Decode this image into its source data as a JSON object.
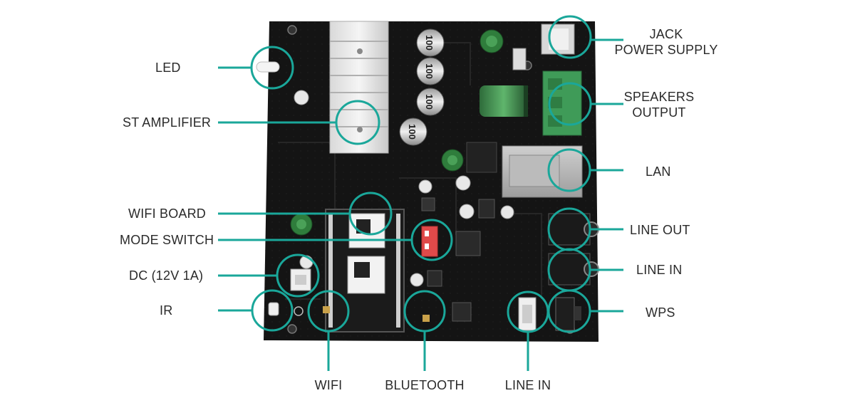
{
  "accent_color": "#1aa79a",
  "labels": {
    "led": "LED",
    "st_amplifier": "ST AMPLIFIER",
    "wifi_board": "WIFI BOARD",
    "mode_switch": "MODE SWITCH",
    "dc": "DC (12V 1A)",
    "ir": "IR",
    "wifi": "WIFI",
    "bluetooth": "BLUETOOTH",
    "line_in_bottom": "LINE IN",
    "jack_line1": "JACK",
    "jack_line2": "POWER SUPPLY",
    "speakers_line1": "SPEAKERS",
    "speakers_line2": "OUTPUT",
    "lan": "LAN",
    "line_out": "LINE OUT",
    "line_in_right": "LINE IN",
    "wps": "WPS"
  },
  "chip_text": {
    "cap1": "100",
    "cap2": "100",
    "cap3": "100",
    "cap4": "100"
  }
}
